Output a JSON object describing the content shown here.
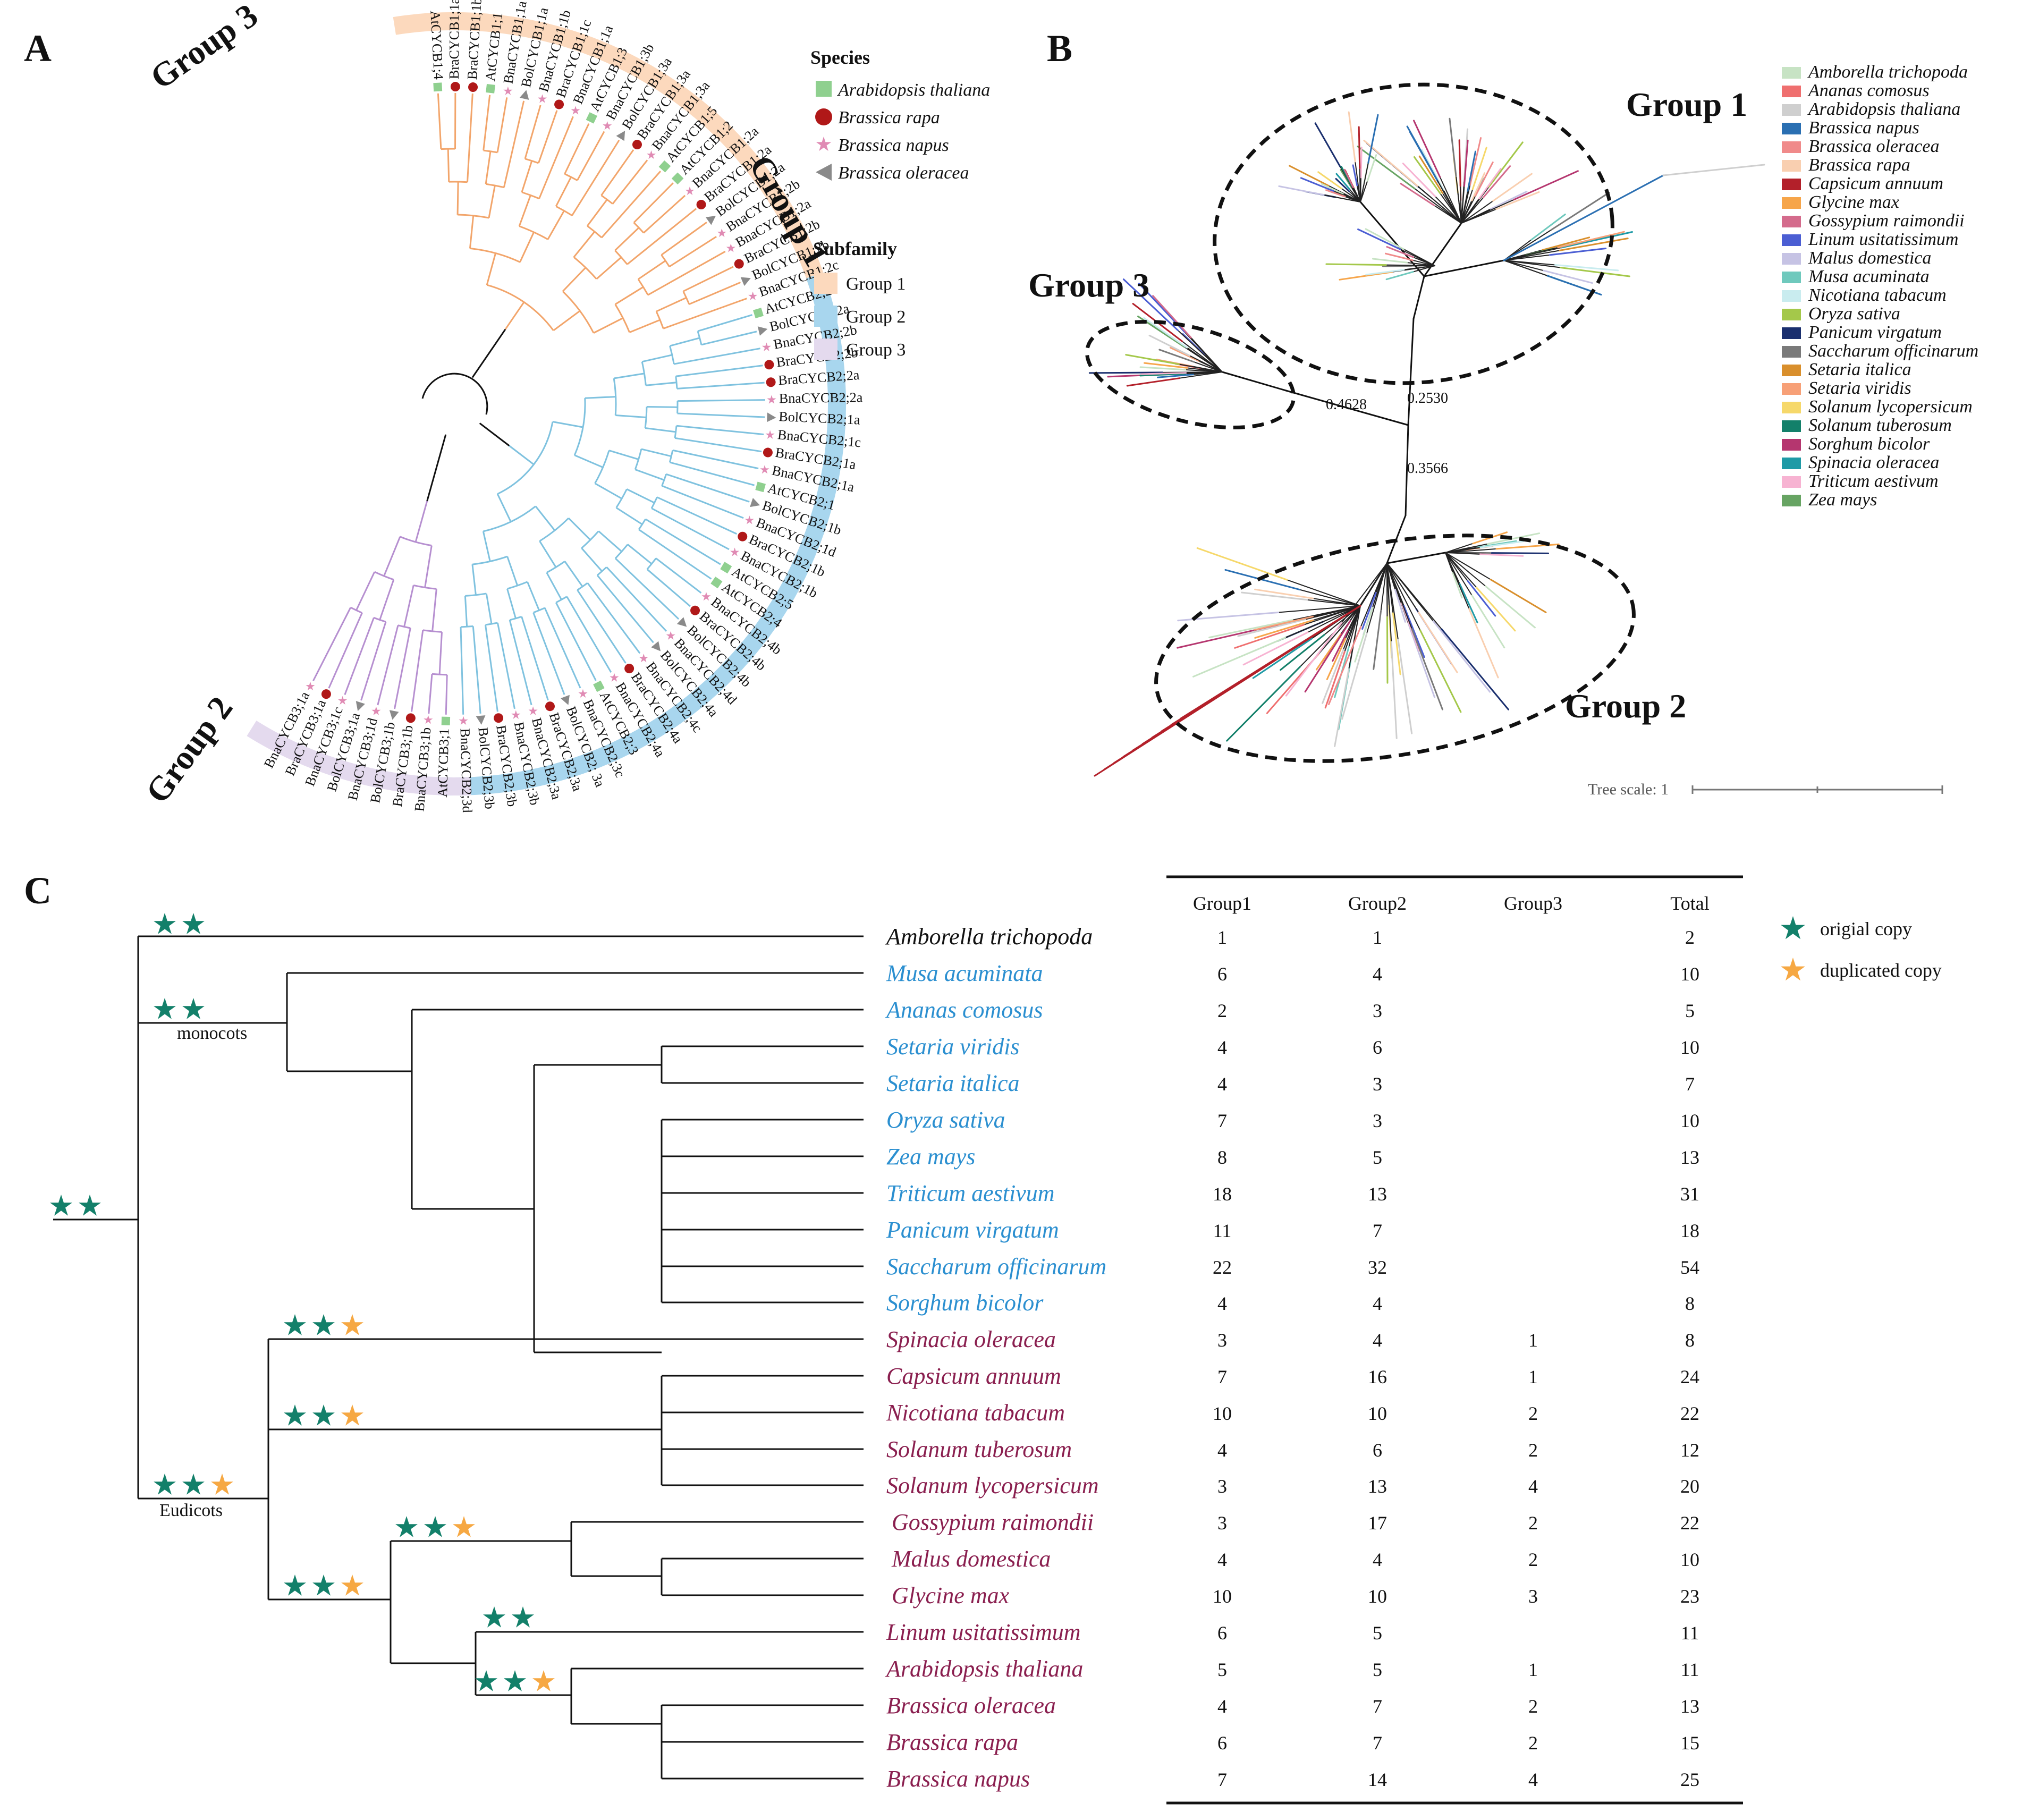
{
  "panel_a": {
    "letter": "A",
    "group_labels": {
      "g1": "Group 1",
      "g2": "Group 2",
      "g3": "Group 3"
    },
    "legend": {
      "species_title": "Species",
      "species": [
        {
          "name": "Arabidopsis thaliana",
          "color": "#8fd08f",
          "marker": "square"
        },
        {
          "name": "Brassica rapa",
          "color": "#b01818",
          "marker": "circle"
        },
        {
          "name": "Brassica napus",
          "color": "#e08bb4",
          "marker": "star"
        },
        {
          "name": "Brassica oleracea",
          "color": "#8a8a8a",
          "marker": "triangle"
        }
      ],
      "subfamily_title": "Subfamily",
      "subfamily": [
        {
          "name": "Group 1",
          "color": "#fcd9bd"
        },
        {
          "name": "Group 2",
          "color": "#a8d6ee"
        },
        {
          "name": "Group 3",
          "color": "#e4daee"
        }
      ]
    },
    "leaves": [
      {
        "label": "AtCYCB1;4",
        "sp": "at",
        "grp": 1
      },
      {
        "label": "BraCYCB1;1a",
        "sp": "br",
        "grp": 1
      },
      {
        "label": "BraCYCB1;1b",
        "sp": "br",
        "grp": 1
      },
      {
        "label": "AtCYCB1;1",
        "sp": "at",
        "grp": 1
      },
      {
        "label": "BnaCYCB1;1a",
        "sp": "bn",
        "grp": 1
      },
      {
        "label": "BolCYCB1;1a",
        "sp": "bo",
        "grp": 1
      },
      {
        "label": "BnaCYCB1;1b",
        "sp": "bn",
        "grp": 1
      },
      {
        "label": "BraCYCB1;1c",
        "sp": "br",
        "grp": 1
      },
      {
        "label": "BnaCYCB1;1a",
        "sp": "bn",
        "grp": 1
      },
      {
        "label": "AtCYCB1;3",
        "sp": "at",
        "grp": 1
      },
      {
        "label": "BnaCYCB1;3b",
        "sp": "bn",
        "grp": 1
      },
      {
        "label": "BolCYCB1;3a",
        "sp": "bo",
        "grp": 1
      },
      {
        "label": "BraCYCB1;3a",
        "sp": "br",
        "grp": 1
      },
      {
        "label": "BnaCYCB1;3a",
        "sp": "bn",
        "grp": 1
      },
      {
        "label": "AtCYCB1;5",
        "sp": "at",
        "grp": 1
      },
      {
        "label": "AtCYCB1;2",
        "sp": "at",
        "grp": 1
      },
      {
        "label": "BnaCYCB1;2a",
        "sp": "bn",
        "grp": 1
      },
      {
        "label": "BraCYCB1;2a",
        "sp": "br",
        "grp": 1
      },
      {
        "label": "BolCYCB1;2a",
        "sp": "bo",
        "grp": 1
      },
      {
        "label": "BnaCYCB1;2b",
        "sp": "bn",
        "grp": 1
      },
      {
        "label": "BnaCYCB1;2a",
        "sp": "bn",
        "grp": 1
      },
      {
        "label": "BraCYCB1;2b",
        "sp": "br",
        "grp": 1
      },
      {
        "label": "BolCYCB1;2b",
        "sp": "bo",
        "grp": 1
      },
      {
        "label": "BnaCYCB1;2c",
        "sp": "bn",
        "grp": 1
      },
      {
        "label": "AtCYCB2;2",
        "sp": "at",
        "grp": 2
      },
      {
        "label": "BolCYCB2;2a",
        "sp": "bo",
        "grp": 2
      },
      {
        "label": "BnaCYCB2;2b",
        "sp": "bn",
        "grp": 2
      },
      {
        "label": "BraCYCB2;2b",
        "sp": "br",
        "grp": 2
      },
      {
        "label": "BraCYCB2;2a",
        "sp": "br",
        "grp": 2
      },
      {
        "label": "BnaCYCB2;2a",
        "sp": "bn",
        "grp": 2
      },
      {
        "label": "BolCYCB2;1a",
        "sp": "bo",
        "grp": 2
      },
      {
        "label": "BnaCYCB2;1c",
        "sp": "bn",
        "grp": 2
      },
      {
        "label": "BraCYCB2;1a",
        "sp": "br",
        "grp": 2
      },
      {
        "label": "BnaCYCB2;1a",
        "sp": "bn",
        "grp": 2
      },
      {
        "label": "AtCYCB2;1",
        "sp": "at",
        "grp": 2
      },
      {
        "label": "BolCYCB2;1b",
        "sp": "bo",
        "grp": 2
      },
      {
        "label": "BnaCYCB2;1d",
        "sp": "bn",
        "grp": 2
      },
      {
        "label": "BraCYCB2;1b",
        "sp": "br",
        "grp": 2
      },
      {
        "label": "BnaCYCB2;1b",
        "sp": "bn",
        "grp": 2
      },
      {
        "label": "AtCYCB2;5",
        "sp": "at",
        "grp": 2
      },
      {
        "label": "AtCYCB2;4",
        "sp": "at",
        "grp": 2
      },
      {
        "label": "BnaCYCB2;4b",
        "sp": "bn",
        "grp": 2
      },
      {
        "label": "BraCYCB2;4b",
        "sp": "br",
        "grp": 2
      },
      {
        "label": "BolCYCB2;4b",
        "sp": "bo",
        "grp": 2
      },
      {
        "label": "BnaCYCB2;4d",
        "sp": "bn",
        "grp": 2
      },
      {
        "label": "BolCYCB2;4a",
        "sp": "bo",
        "grp": 2
      },
      {
        "label": "BnaCYCB2;4c",
        "sp": "bn",
        "grp": 2
      },
      {
        "label": "BraCYCB2;4a",
        "sp": "br",
        "grp": 2
      },
      {
        "label": "BnaCYCB2;4a",
        "sp": "bn",
        "grp": 2
      },
      {
        "label": "AtCYCB2;3",
        "sp": "at",
        "grp": 2
      },
      {
        "label": "BnaCYCB2;3c",
        "sp": "bn",
        "grp": 2
      },
      {
        "label": "BolCYCB2; 3a",
        "sp": "bo",
        "grp": 2
      },
      {
        "label": "BraCYCB2;3a",
        "sp": "br",
        "grp": 2
      },
      {
        "label": "BnaCYCB2;3a",
        "sp": "bn",
        "grp": 2
      },
      {
        "label": "BnaCYCB2;3b",
        "sp": "bn",
        "grp": 2
      },
      {
        "label": "BraCYCB2;3b",
        "sp": "br",
        "grp": 2
      },
      {
        "label": "BolCYCB2;3b",
        "sp": "bo",
        "grp": 2
      },
      {
        "label": "BnaCYCB2;3d",
        "sp": "bn",
        "grp": 2
      },
      {
        "label": "AtCYCB3;1",
        "sp": "at",
        "grp": 3
      },
      {
        "label": "BnaCYCB3;1b",
        "sp": "bn",
        "grp": 3
      },
      {
        "label": "BraCYCB3;1b",
        "sp": "br",
        "grp": 3
      },
      {
        "label": "BolCYCB3;1b",
        "sp": "bo",
        "grp": 3
      },
      {
        "label": "BnaCYCB3;1d",
        "sp": "bn",
        "grp": 3
      },
      {
        "label": "BolCYCB3;1a",
        "sp": "bo",
        "grp": 3
      },
      {
        "label": "BnaCYCB3;1c",
        "sp": "bn",
        "grp": 3
      },
      {
        "label": "BraCYCB3;1a",
        "sp": "br",
        "grp": 3
      },
      {
        "label": "BnaCYCB3;1a",
        "sp": "bn",
        "grp": 3
      }
    ]
  },
  "panel_b": {
    "letter": "B",
    "group_labels": {
      "g1": "Group 1",
      "g2": "Group 2",
      "g3": "Group 3"
    },
    "bootstrap": {
      "a": "0.4628",
      "b": "0.2530",
      "c": "0.3566"
    },
    "scale_label": "Tree scale: 1",
    "legend": [
      {
        "name": "Amborella trichopoda",
        "color": "#c7e3c4"
      },
      {
        "name": "Ananas comosus",
        "color": "#ef6f6f"
      },
      {
        "name": "Arabidopsis thaliana",
        "color": "#cfcfcf"
      },
      {
        "name": "Brassica napus",
        "color": "#2a6fb2"
      },
      {
        "name": "Brassica oleracea",
        "color": "#f08a8a"
      },
      {
        "name": "Brassica rapa",
        "color": "#f9cfb0"
      },
      {
        "name": "Capsicum annuum",
        "color": "#b3202a"
      },
      {
        "name": "Glycine max",
        "color": "#f6a54a"
      },
      {
        "name": "Gossypium raimondii",
        "color": "#d46b8c"
      },
      {
        "name": "Linum usitatissimum",
        "color": "#4b5ed3"
      },
      {
        "name": "Malus domestica",
        "color": "#c6c3e4"
      },
      {
        "name": "Musa acuminata",
        "color": "#6fc9bd"
      },
      {
        "name": "Nicotiana tabacum",
        "color": "#c9ecef"
      },
      {
        "name": "Oryza sativa",
        "color": "#a4c84a"
      },
      {
        "name": "Panicum virgatum",
        "color": "#1a2f6e"
      },
      {
        "name": "Saccharum officinarum",
        "color": "#7a7a7a"
      },
      {
        "name": "Setaria italica",
        "color": "#d98f2c"
      },
      {
        "name": "Setaria viridis",
        "color": "#f7a077"
      },
      {
        "name": "Solanum lycopersicum",
        "color": "#f6d86a"
      },
      {
        "name": "Solanum tuberosum",
        "color": "#13806a"
      },
      {
        "name": "Sorghum bicolor",
        "color": "#b5366f"
      },
      {
        "name": "Spinacia oleracea",
        "color": "#1f9aa6"
      },
      {
        "name": "Triticum aestivum",
        "color": "#f7b3d2"
      },
      {
        "name": "Zea mays",
        "color": "#67a463"
      }
    ]
  },
  "panel_c": {
    "letter": "C",
    "clade_labels": {
      "monocots": "monocots",
      "eudicots": "Eudicots"
    },
    "key": [
      {
        "label": "origial copy",
        "color": "#13806a"
      },
      {
        "label": "duplicated copy",
        "color": "#f6a843"
      }
    ],
    "colors": {
      "basal": "#111111",
      "monocot": "#2b8fd0",
      "eudicot": "#8a1f4f",
      "original": "#13806a",
      "duplicated": "#f6a843"
    },
    "table_headers": [
      "Group1",
      "Group2",
      "Group3",
      "Total"
    ],
    "species": [
      {
        "name": "Amborella trichopoda",
        "clade": "basal",
        "g1": "1",
        "g2": "1",
        "g3": "",
        "total": "2"
      },
      {
        "name": "Musa acuminata",
        "clade": "monocot",
        "g1": "6",
        "g2": "4",
        "g3": "",
        "total": "10"
      },
      {
        "name": "Ananas comosus",
        "clade": "monocot",
        "g1": "2",
        "g2": "3",
        "g3": "",
        "total": "5"
      },
      {
        "name": "Setaria viridis",
        "clade": "monocot",
        "g1": "4",
        "g2": "6",
        "g3": "",
        "total": "10"
      },
      {
        "name": "Setaria italica",
        "clade": "monocot",
        "g1": "4",
        "g2": "3",
        "g3": "",
        "total": "7"
      },
      {
        "name": "Oryza sativa",
        "clade": "monocot",
        "g1": "7",
        "g2": "3",
        "g3": "",
        "total": "10"
      },
      {
        "name": "Zea mays",
        "clade": "monocot",
        "g1": "8",
        "g2": "5",
        "g3": "",
        "total": "13"
      },
      {
        "name": "Triticum aestivum",
        "clade": "monocot",
        "g1": "18",
        "g2": "13",
        "g3": "",
        "total": "31"
      },
      {
        "name": "Panicum virgatum",
        "clade": "monocot",
        "g1": "11",
        "g2": "7",
        "g3": "",
        "total": "18"
      },
      {
        "name": "Saccharum officinarum",
        "clade": "monocot",
        "g1": "22",
        "g2": "32",
        "g3": "",
        "total": "54"
      },
      {
        "name": "Sorghum bicolor",
        "clade": "monocot",
        "g1": "4",
        "g2": "4",
        "g3": "",
        "total": "8"
      },
      {
        "name": "Spinacia oleracea",
        "clade": "eudicot",
        "g1": "3",
        "g2": "4",
        "g3": "1",
        "total": "8"
      },
      {
        "name": "Capsicum annuum",
        "clade": "eudicot",
        "g1": "7",
        "g2": "16",
        "g3": "1",
        "total": "24"
      },
      {
        "name": "Nicotiana tabacum",
        "clade": "eudicot",
        "g1": "10",
        "g2": "10",
        "g3": "2",
        "total": "22"
      },
      {
        "name": "Solanum tuberosum",
        "clade": "eudicot",
        "g1": "4",
        "g2": "6",
        "g3": "2",
        "total": "12"
      },
      {
        "name": "Solanum lycopersicum",
        "clade": "eudicot",
        "g1": "3",
        "g2": "13",
        "g3": "4",
        "total": "20"
      },
      {
        "name": "Gossypium raimondii",
        "clade": "eudicot",
        "g1": "3",
        "g2": "17",
        "g3": "2",
        "total": "22"
      },
      {
        "name": "Malus domestica",
        "clade": "eudicot",
        "g1": "4",
        "g2": "4",
        "g3": "2",
        "total": "10"
      },
      {
        "name": "Glycine max",
        "clade": "eudicot",
        "g1": "10",
        "g2": "10",
        "g3": "3",
        "total": "23"
      },
      {
        "name": "Linum usitatissimum",
        "clade": "eudicot",
        "g1": "6",
        "g2": "5",
        "g3": "",
        "total": "11"
      },
      {
        "name": "Arabidopsis thaliana",
        "clade": "eudicot",
        "g1": "5",
        "g2": "5",
        "g3": "1",
        "total": "11"
      },
      {
        "name": "Brassica oleracea",
        "clade": "eudicot",
        "g1": "4",
        "g2": "7",
        "g3": "2",
        "total": "13"
      },
      {
        "name": "Brassica rapa",
        "clade": "eudicot",
        "g1": "6",
        "g2": "7",
        "g3": "2",
        "total": "15"
      },
      {
        "name": "Brassica napus",
        "clade": "eudicot",
        "g1": "7",
        "g2": "14",
        "g3": "4",
        "total": "25"
      }
    ],
    "node_stars": [
      {
        "node": "amborella",
        "stars": [
          "original",
          "original"
        ]
      },
      {
        "node": "monocots",
        "stars": [
          "original",
          "original"
        ]
      },
      {
        "node": "root",
        "stars": [
          "original",
          "original"
        ]
      },
      {
        "node": "spinacia",
        "stars": [
          "original",
          "original",
          "duplicated"
        ]
      },
      {
        "node": "solanales",
        "stars": [
          "original",
          "original",
          "duplicated"
        ]
      },
      {
        "node": "eudicots",
        "stars": [
          "original",
          "original",
          "duplicated"
        ]
      },
      {
        "node": "rosids-mg",
        "stars": [
          "original",
          "original",
          "duplicated"
        ]
      },
      {
        "node": "rosids",
        "stars": [
          "original",
          "original",
          "duplicated"
        ]
      },
      {
        "node": "linum",
        "stars": [
          "original",
          "original"
        ]
      },
      {
        "node": "brassicaceae",
        "stars": [
          "original",
          "original",
          "duplicated"
        ]
      }
    ]
  }
}
